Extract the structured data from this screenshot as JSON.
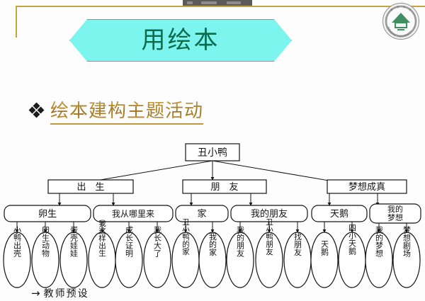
{
  "slide": {
    "title": "用绘本",
    "subtitle": "绘本建构主题活动",
    "bullet_icon": "diamond-cluster-icon",
    "seal_icon": "university-seal-icon",
    "seal_text": "NANJING UNIVERSITY",
    "colors": {
      "hex_fill": "#7df5ef",
      "hex_border": "#9c8ba8",
      "title_text": "#0b6b4a",
      "subtitle_gold": "#b88d2b",
      "corner_rule": "#c9a43c",
      "background": "#fdfdfd",
      "diagram_ink": "#141414"
    }
  },
  "toolbar": {
    "visible": true,
    "label": ""
  },
  "diagram": {
    "root": "丑小鸭",
    "legend": {
      "arrow": "→",
      "label": "教师预设"
    },
    "branches": [
      {
        "name": "出　生",
        "children": [
          {
            "name": "卵生",
            "leaves": [
              "小鸭出壳",
              "卵生动物",
              "蛋壳娃娃"
            ]
          },
          {
            "name": "我从哪里来",
            "leaves": [
              "我这样出生",
              "成长证明",
              "我长大了"
            ]
          }
        ]
      },
      {
        "name": "朋　友",
        "children": [
          {
            "name": "家",
            "leaves": [
              "丑小鸭的家",
              "我的家"
            ]
          },
          {
            "name": "我的朋友",
            "leaves": [
              "我的朋友",
              "丑小鸭朋友",
              "找朋友"
            ]
          }
        ]
      },
      {
        "name": "梦想成真",
        "children": [
          {
            "name": "天鹅",
            "leaves": [
              "天鹅",
              "四小天鹅"
            ]
          },
          {
            "name": "我的\n梦想",
            "leaves": [
              "我的梦想",
              "梦想剧场"
            ]
          }
        ]
      }
    ]
  }
}
